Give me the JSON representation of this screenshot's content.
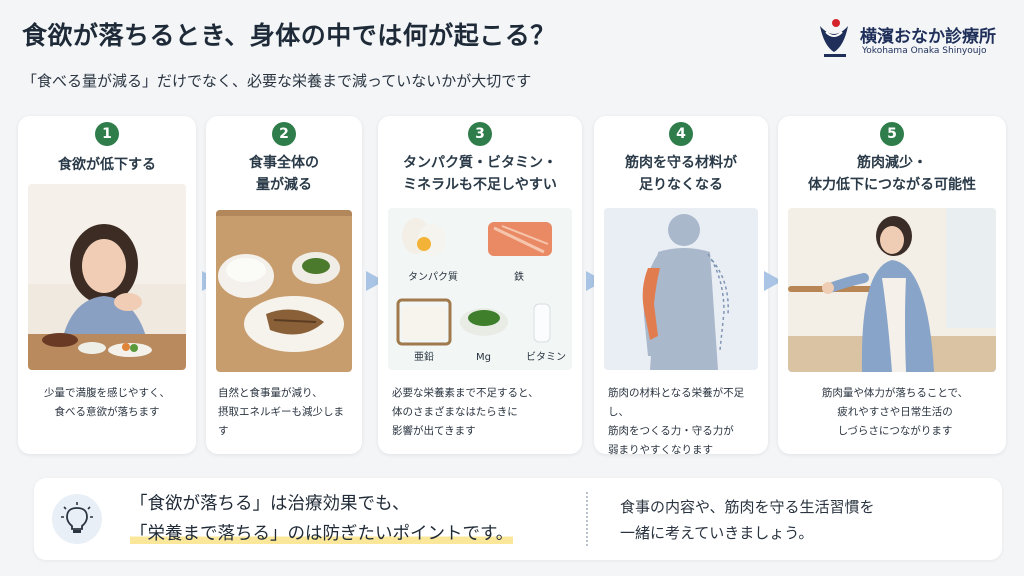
{
  "header": {
    "title": "食欲が落ちるとき、身体の中では何が起こる？",
    "subtitle": "「食べる量が減る」だけでなく、必要な栄養まで減っていないかが大切です"
  },
  "logo": {
    "name": "横濱おなか診療所",
    "romaji": "Yokohama Onaka Shinyoujo",
    "brand_color": "#1f2f5a",
    "accent_color": "#d3242b"
  },
  "colors": {
    "step_number_bg": "#2f7d4a",
    "arrow": "#a9c4e4",
    "highlight": "#fbe79a"
  },
  "steps": [
    {
      "number": "1",
      "heading": "食欲が低下する",
      "description": "少量で満腹を感じやすく、\n食べる意欲が落ちます",
      "image": "woman-with-little-appetite-photo"
    },
    {
      "number": "2",
      "heading": "食事全体の\n量が減る",
      "description": "自然と食事量が減り、\n摂取エネルギーも減少します",
      "image": "small-meal-rice-fish-photo"
    },
    {
      "number": "3",
      "heading": "タンパク質・ビタミン・\nミネラルも不足しやすい",
      "description": "必要な栄養素まで不足すると、\n体のさまざまなはたらきに\n影響が出てきます",
      "image": "nutrient-foods-illustration",
      "nutrients": [
        "タンパク質",
        "鉄",
        "亜鉛",
        "Mg",
        "ビタミン"
      ]
    },
    {
      "number": "4",
      "heading": "筋肉を守る材料が\n足りなくなる",
      "description": "筋肉の材料となる栄養が不足し、\n筋肉をつくる力・守る力が\n弱まりやすくなります",
      "image": "body-muscle-illustration"
    },
    {
      "number": "5",
      "heading": "筋肉減少・\n体力低下につながる可能性",
      "description": "筋肉量や体力が落ちることで、\n疲れやすさや日常生活の\nしづらさにつながります",
      "image": "woman-holding-handrail-photo"
    }
  ],
  "bottom": {
    "icon": "lightbulb-icon",
    "line1": "「食欲が落ちる」は治療効果でも、",
    "line2": "「栄養まで落ちる」のは防ぎたいポイントです。",
    "message": "食事の内容や、筋肉を守る生活習慣を\n一緒に考えていきましょう。"
  }
}
